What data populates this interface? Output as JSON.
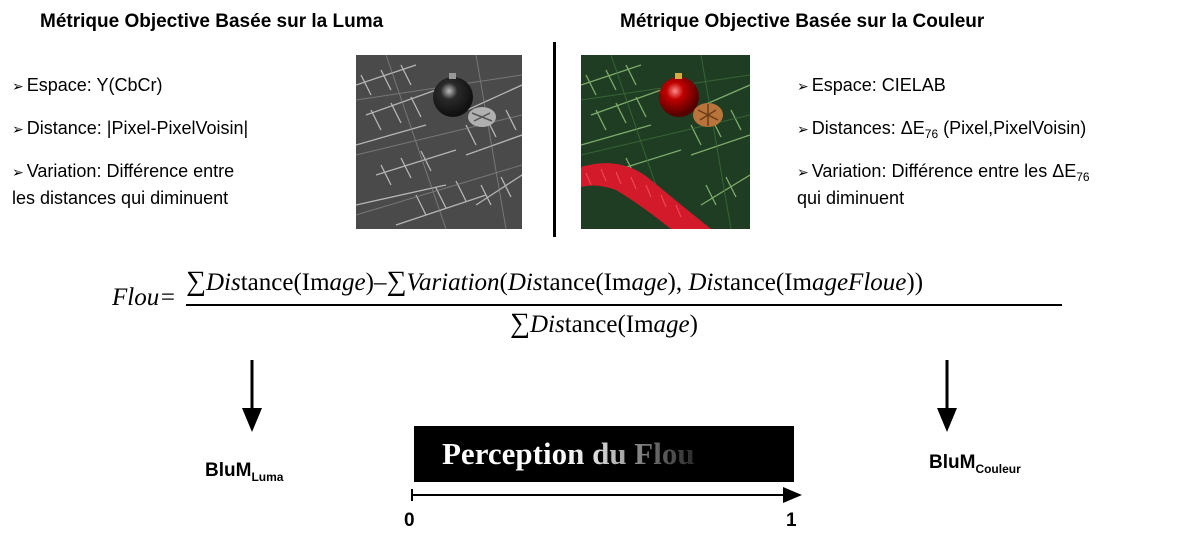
{
  "left": {
    "title": "Métrique Objective Basée sur la Luma",
    "bullet_mark": "➢",
    "espace": "Espace: Y(CbCr)",
    "distance": "Distance: |Pixel-PixelVoisin|",
    "variation_1": "Variation: Différence entre",
    "variation_2": "les distances qui diminuent",
    "image_icon": "grayscale-christmas-ornament-image"
  },
  "right": {
    "title": "Métrique Objective Basée sur la Couleur",
    "bullet_mark": "➢",
    "espace": "Espace: CIELAB",
    "distances_prefix": "Distances: ΔE",
    "distances_sub": "76",
    "distances_suffix": " (Pixel,PixelVoisin)",
    "variation_prefix": "Variation: Différence entre les ΔE",
    "variation_sub": "76",
    "variation_2": "qui diminuent",
    "image_icon": "color-christmas-ornament-image"
  },
  "formula": {
    "lhs": "Flou=",
    "sigma": "∑",
    "num_dis": "Dis",
    "num_tance": "tance(Im",
    "num_age": "age",
    "num_close": ")–",
    "num_variation": "Variation",
    "num_open": "(",
    "num_dis2": "Dis",
    "num_tance2": "tance(Im",
    "num_age2": "age",
    "num_comma": "), ",
    "num_dis3": "Dis",
    "num_tance3": "tance(Im",
    "num_ageFloue": "ageFloue",
    "num_end": "))",
    "den_dis": "Dis",
    "den_tance": "tance(Im",
    "den_age": "age",
    "den_close": ")"
  },
  "outputs": {
    "luma_main": "BluM",
    "luma_sub": "Luma",
    "color_main": "BluM",
    "color_sub": "Couleur"
  },
  "scale": {
    "label": "Perception du Flou",
    "min": "0",
    "max": "1"
  }
}
